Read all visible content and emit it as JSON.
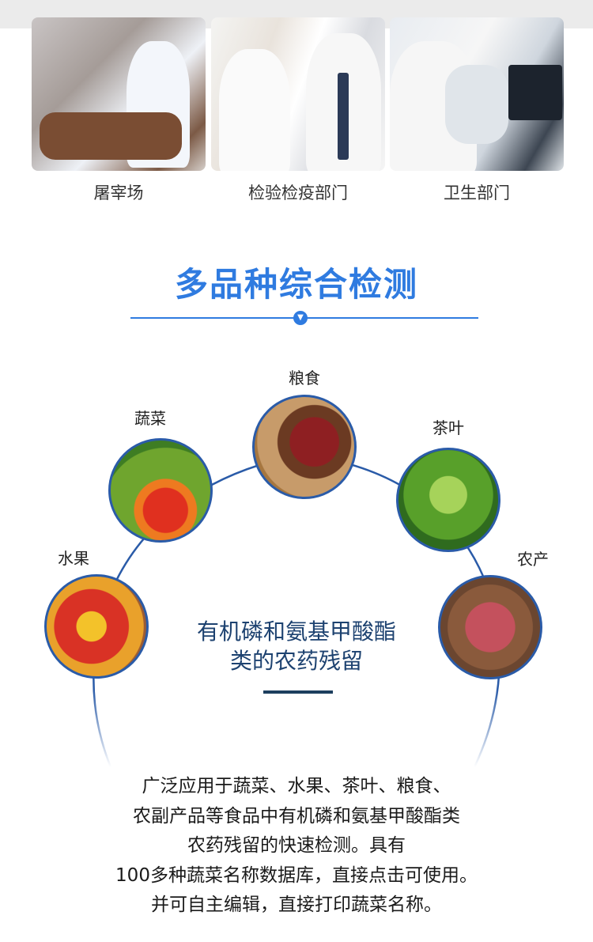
{
  "scenarios": [
    {
      "label": "屠宰场"
    },
    {
      "label": "检验检疫部门"
    },
    {
      "label": "卫生部门"
    }
  ],
  "section": {
    "title": "多品种综合检测",
    "divider_icon": "chevron-down-circle-icon"
  },
  "categories": [
    {
      "label": "粮食"
    },
    {
      "label": "蔬菜"
    },
    {
      "label": "茶叶"
    },
    {
      "label": "水果"
    },
    {
      "label": "农产"
    }
  ],
  "center": {
    "line1": "有机磷和氨基甲酸酯",
    "line2": "类的农药残留"
  },
  "description": [
    "广泛应用于蔬菜、水果、茶叶、粮食、",
    "农副产品等食品中有机磷和氨基甲酸酯类",
    "农药残留的快速检测。具有",
    "100多种蔬菜名称数据库，直接点击可使用。",
    "并可自主编辑，直接打印蔬菜名称。"
  ],
  "colors": {
    "accent": "#2f7be0",
    "ring": "#2a5ba8",
    "center_text": "#1d4270"
  }
}
